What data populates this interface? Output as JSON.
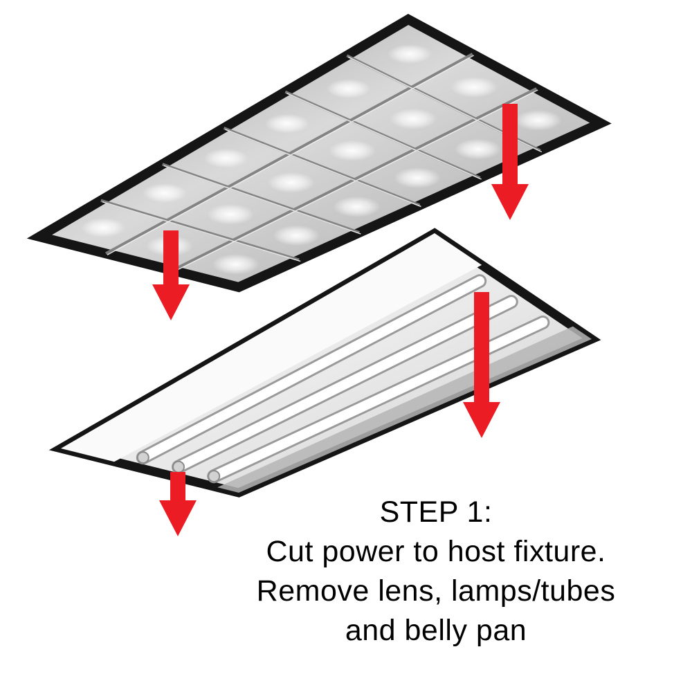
{
  "instructions": {
    "line1": "STEP 1:",
    "line2": "Cut power to host fixture.",
    "line3": "Remove lens, lamps/tubes",
    "line4": "and belly pan"
  },
  "colors": {
    "arrow_red": "#ec1c24",
    "frame_black": "#151515",
    "louver_silver": "#bfbfbf",
    "housing_white": "#f7f7f7",
    "text_black": "#000000"
  },
  "illustrations": {
    "top_fixture": "recessed-troffer-with-parabolic-louver-lens",
    "bottom_fixture": "troffer-housing-with-lamps-and-belly-pan",
    "arrow_icon": "red-down-arrow",
    "arrow_count": 4
  }
}
